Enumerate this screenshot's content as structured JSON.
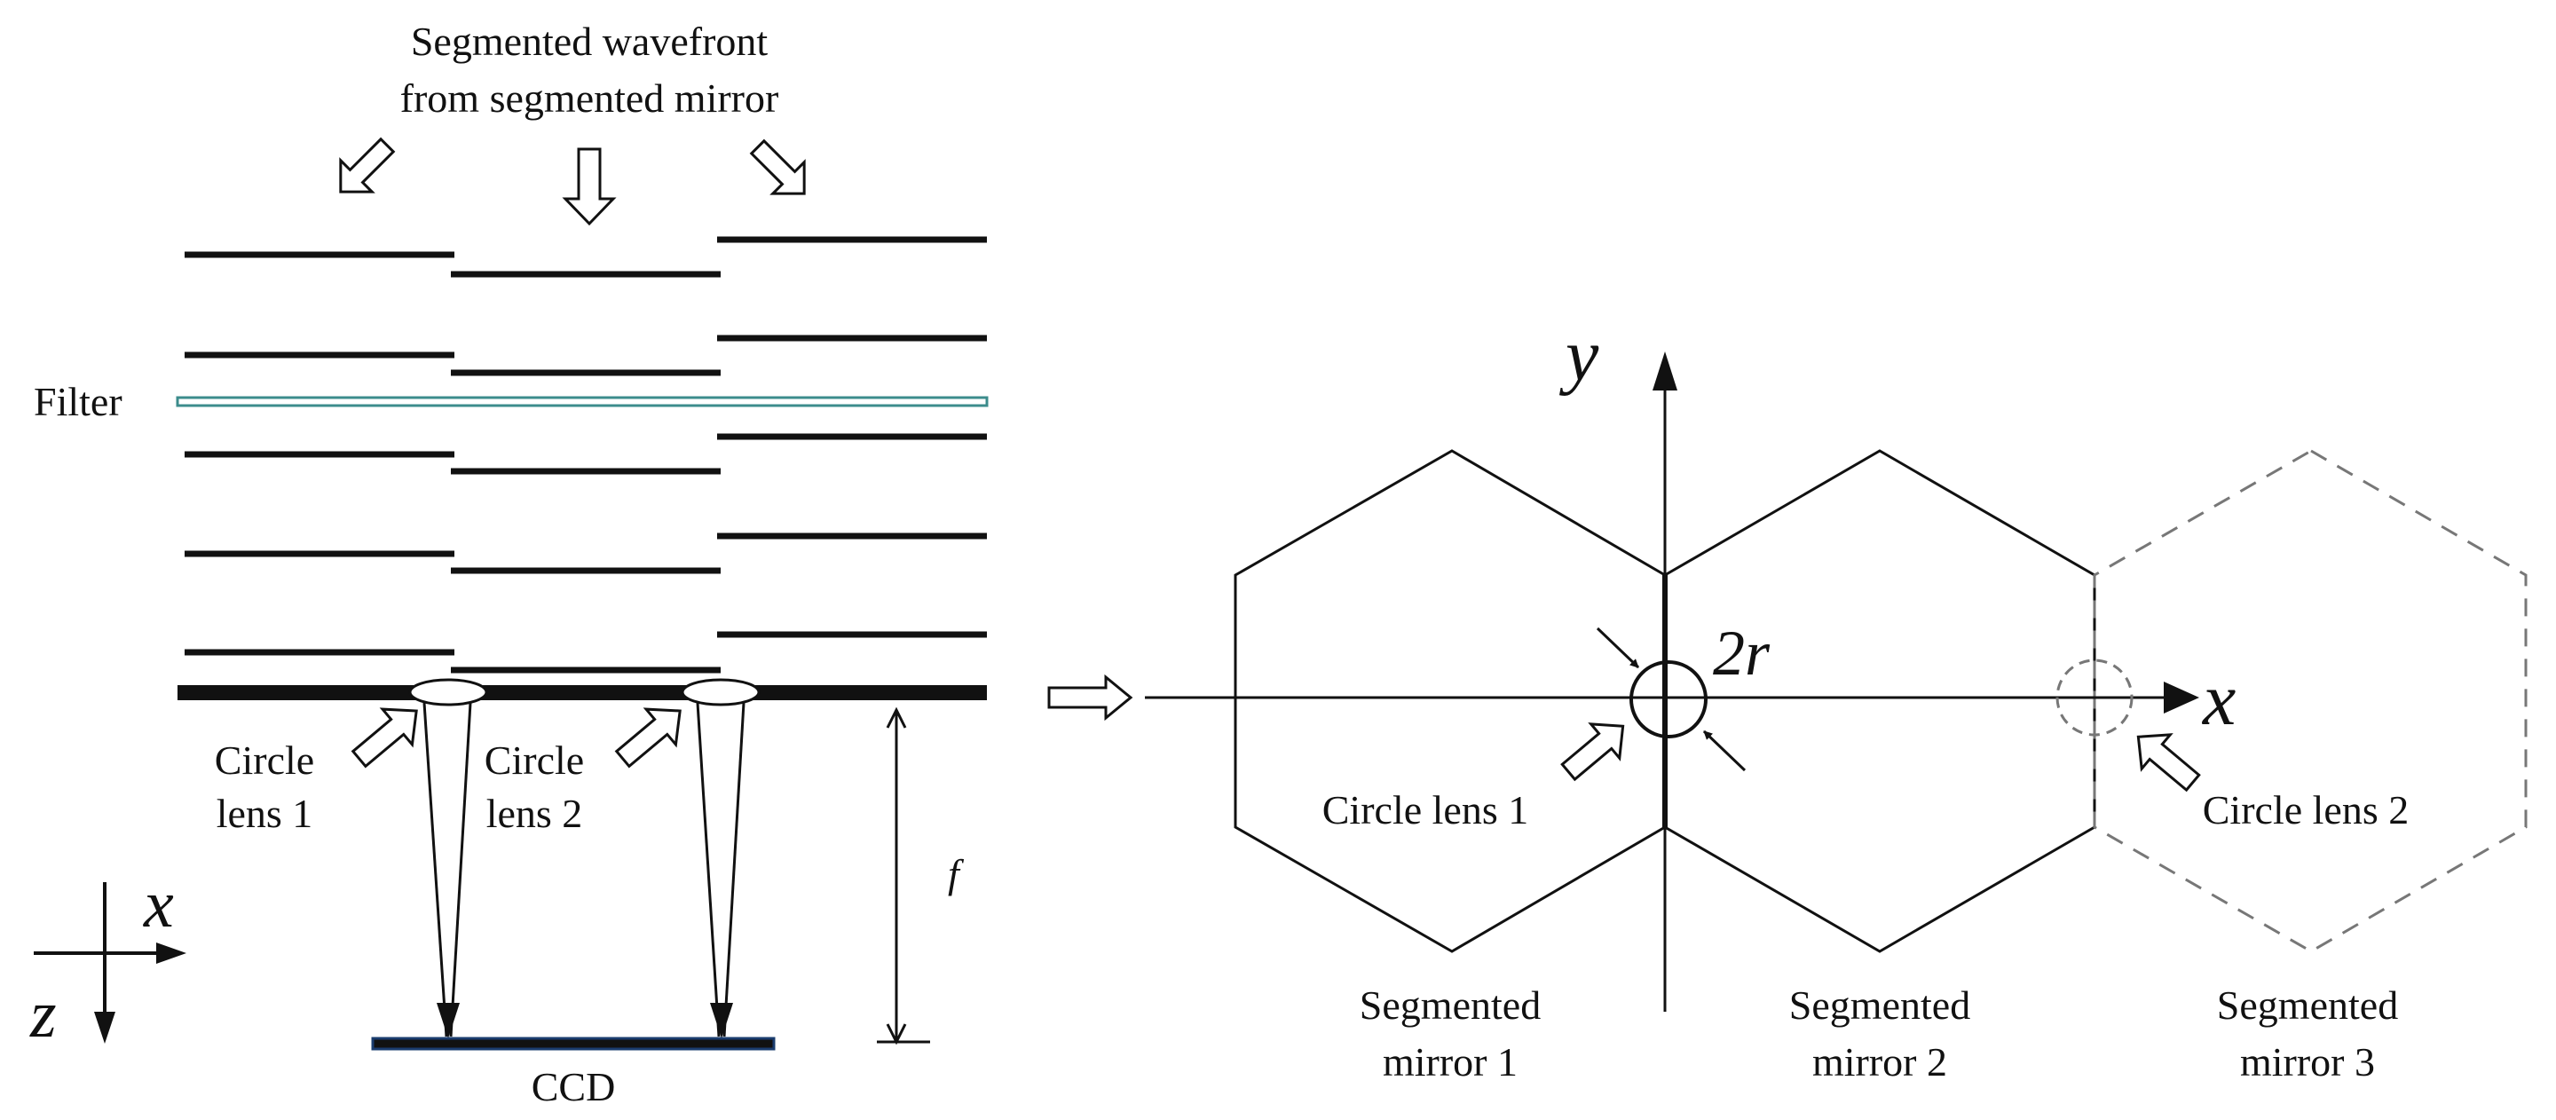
{
  "top_caption": {
    "line1": "Segmented wavefront",
    "line2": "from segmented mirror"
  },
  "filter_label": "Filter",
  "left_labels": {
    "lens1_line1": "Circle",
    "lens1_line2": "lens 1",
    "lens2_line1": "Circle",
    "lens2_line2": "lens 2",
    "focal": "f",
    "ccd": "CCD",
    "axis_x": "x",
    "axis_z": "z"
  },
  "right_labels": {
    "axis_y": "y",
    "axis_x": "x",
    "radius": "2r",
    "lens1": "Circle lens 1",
    "lens2": "Circle lens 2",
    "mirror1_line1": "Segmented",
    "mirror1_line2": "mirror 1",
    "mirror2_line1": "Segmented",
    "mirror2_line2": "mirror 2",
    "mirror3_line1": "Segmented",
    "mirror3_line2": "mirror 3"
  },
  "colors": {
    "filter": "#3c8c8c",
    "ccd": "#1a3c6e",
    "dashed": "#777777",
    "ink": "#111111"
  }
}
